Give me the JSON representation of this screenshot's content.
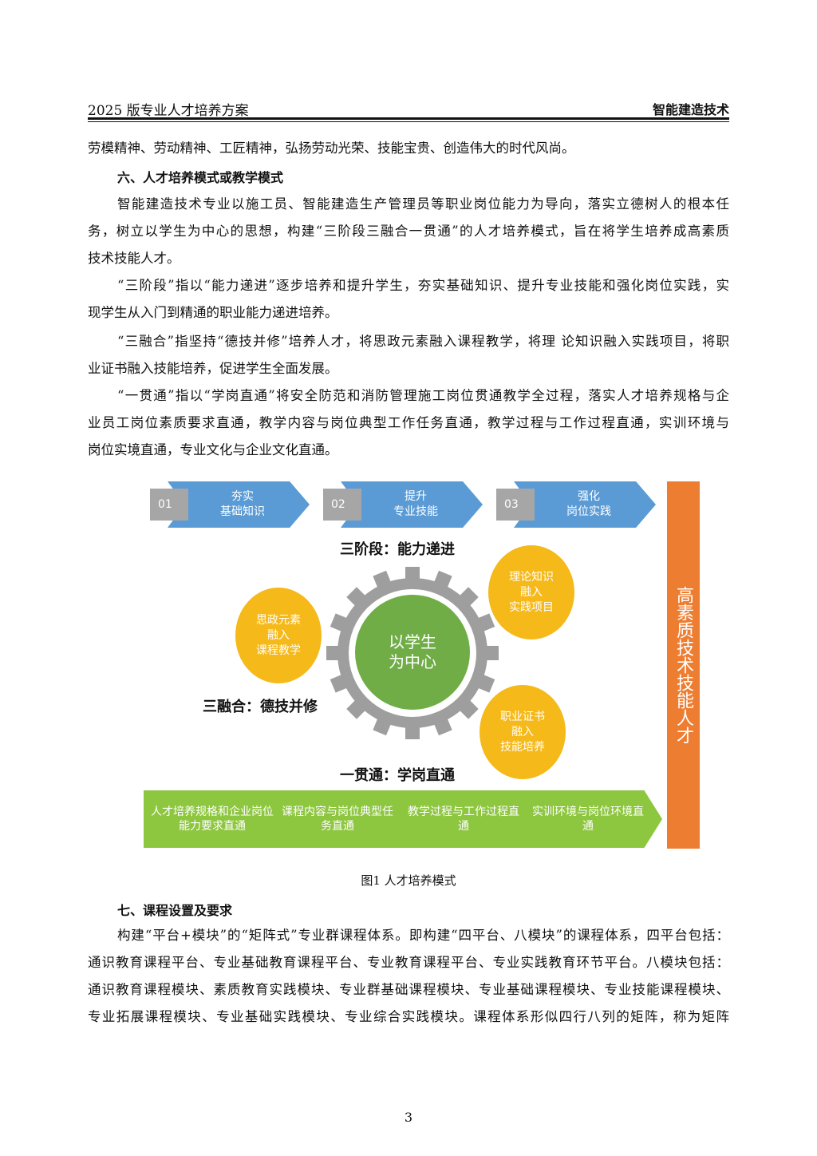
{
  "header": {
    "left": "2025 版专业人才培养方案",
    "right": "智能建造技术"
  },
  "intro_line": "劳模精神、劳动精神、工匠精神，弘扬劳动光荣、技能宝贵、创造伟大的时代风尚。",
  "section6": {
    "title": "六、人才培养模式或教学模式",
    "paragraphs": [
      [
        "智能建造技术专业以施工员、智能建造生产管理员等职业岗位能力为导向，落实立德树人的根本任",
        "务，树立以学生为中心的思想，构建“三阶段三融合一贯通”的人才培养模式，旨在将学生培养成高素质",
        "技术技能人才。"
      ],
      [
        "“三阶段”指以“能力递进”逐步培养和提升学生，夯实基础知识、提升专业技能和强化岗位实践，实",
        "现学生从入门到精通的职业能力递进培养。"
      ],
      [
        "“三融合”指坚持“德技并修”培养人才，将思政元素融入课程教学，将理 论知识融入实践项目，将职",
        "业证书融入技能培养，促进学生全面发展。"
      ],
      [
        "“一贯通”指以“学岗直通”将安全防范和消防管理施工岗位贯通教学全过程，落实人才培养规格与企",
        "业员工岗位素质要求直通，教学内容与岗位典型工作任务直通，教学过程与工作过程直通，实训环境与",
        "岗位实境直通，专业文化与企业文化直通。"
      ]
    ]
  },
  "figure": {
    "stages": [
      {
        "num": "01",
        "label": "夯实\n基础知识"
      },
      {
        "num": "02",
        "label": "提升\n专业技能"
      },
      {
        "num": "03",
        "label": "强化\n岗位实践"
      }
    ],
    "stage_title": "三阶段：能力递进",
    "center": "以学生\n为中心",
    "fusions": [
      "思政元素\n融入\n课程教学",
      "理论知识\n融入\n实践项目",
      "职业证书\n融入\n技能培养"
    ],
    "fusion_title": "三融合：德技并修",
    "through_title": "一贯通：学岗直通",
    "throughs": [
      "人才培养规格和企业岗位能力要求直通",
      "课程内容与岗位典型任务直通",
      "教学过程与工作过程直通",
      "实训环境与岗位环境直通"
    ],
    "goal": "高素质技术技能人才",
    "caption": "图1  人才培养模式",
    "colors": {
      "blue": "#5b9bd5",
      "gray": "#a6a6a6",
      "yellow": "#f6b91a",
      "green": "#8dc63f",
      "center": "#70ad47",
      "orange": "#ed7d31"
    }
  },
  "section7": {
    "title": "七、课程设置及要求",
    "lines": [
      "构建“平台+模块”的“矩阵式”专业群课程体系。即构建“四平台、八模块”的课程体系，四平台包括：",
      "通识教育课程平台、专业基础教育课程平台、专业教育课程平台、专业实践教育环节平台。八模块包括：",
      "通识教育课程模块、素质教育实践模块、专业群基础课程模块、专业基础课程模块、专业技能课程模块、",
      "专业拓展课程模块、专业基础实践模块、专业综合实践模块。课程体系形似四行八列的矩阵，称为矩阵"
    ]
  },
  "page_number": "3"
}
